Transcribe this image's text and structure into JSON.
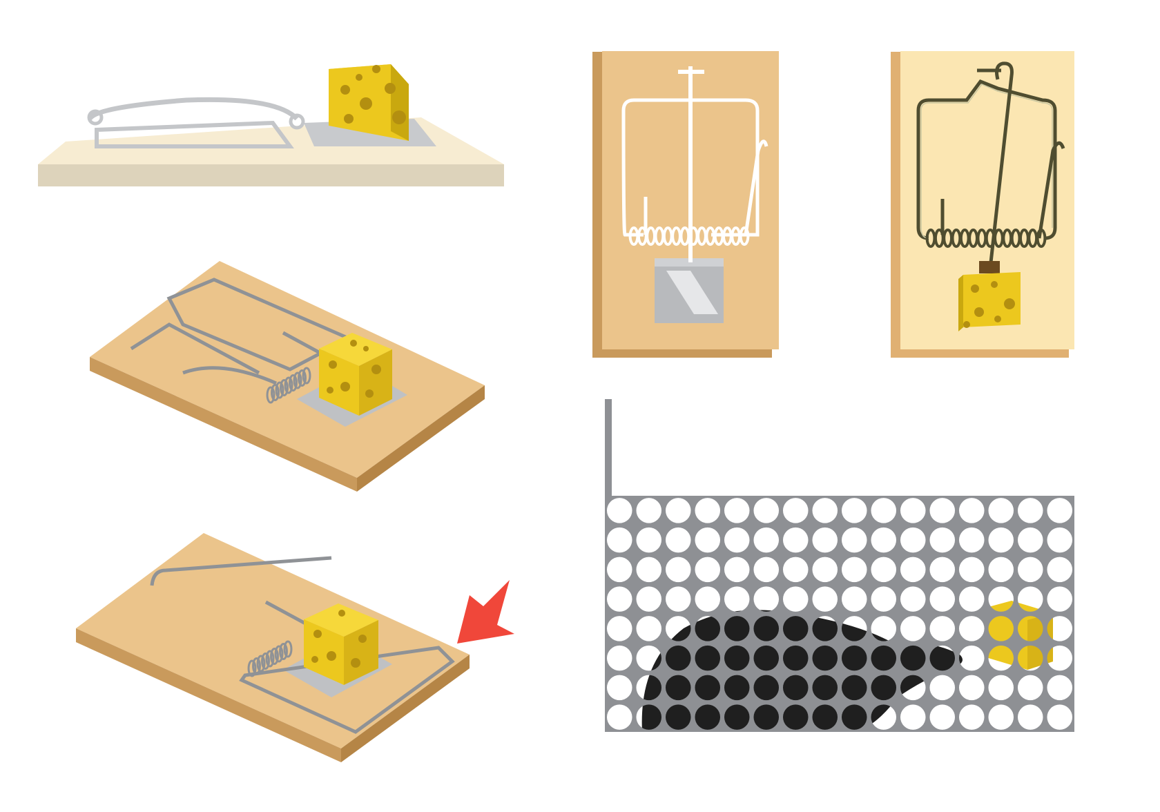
{
  "colors": {
    "background": "#ffffff",
    "wood": "#ebc48b",
    "wood_side": "#c99a5c",
    "wood_light": "#fbe6b2",
    "wood_pale": "#f7ecd2",
    "wood_pale_side": "#ddd3bb",
    "metal": "#9a9da1",
    "metal_light": "#d9dadc",
    "wire_dark": "#5a5a3a",
    "cheese": "#ecc81e",
    "cheese_dark": "#c9a80f",
    "cheese_hole": "#b38f10",
    "arrow": "#f0473a",
    "grate": "#8e9094",
    "mouse": "#1f1f1f"
  },
  "illustrations": [
    "side-view-mousetrap",
    "isometric-set-mousetrap",
    "isometric-sprung-mousetrap",
    "top-view-mousetrap-metal-bait",
    "top-view-mousetrap-cheese-bait",
    "cage-trap-with-mouse"
  ],
  "cage": {
    "hole_rows": 8,
    "hole_cols": 16
  },
  "spring": {
    "coils": 14
  }
}
